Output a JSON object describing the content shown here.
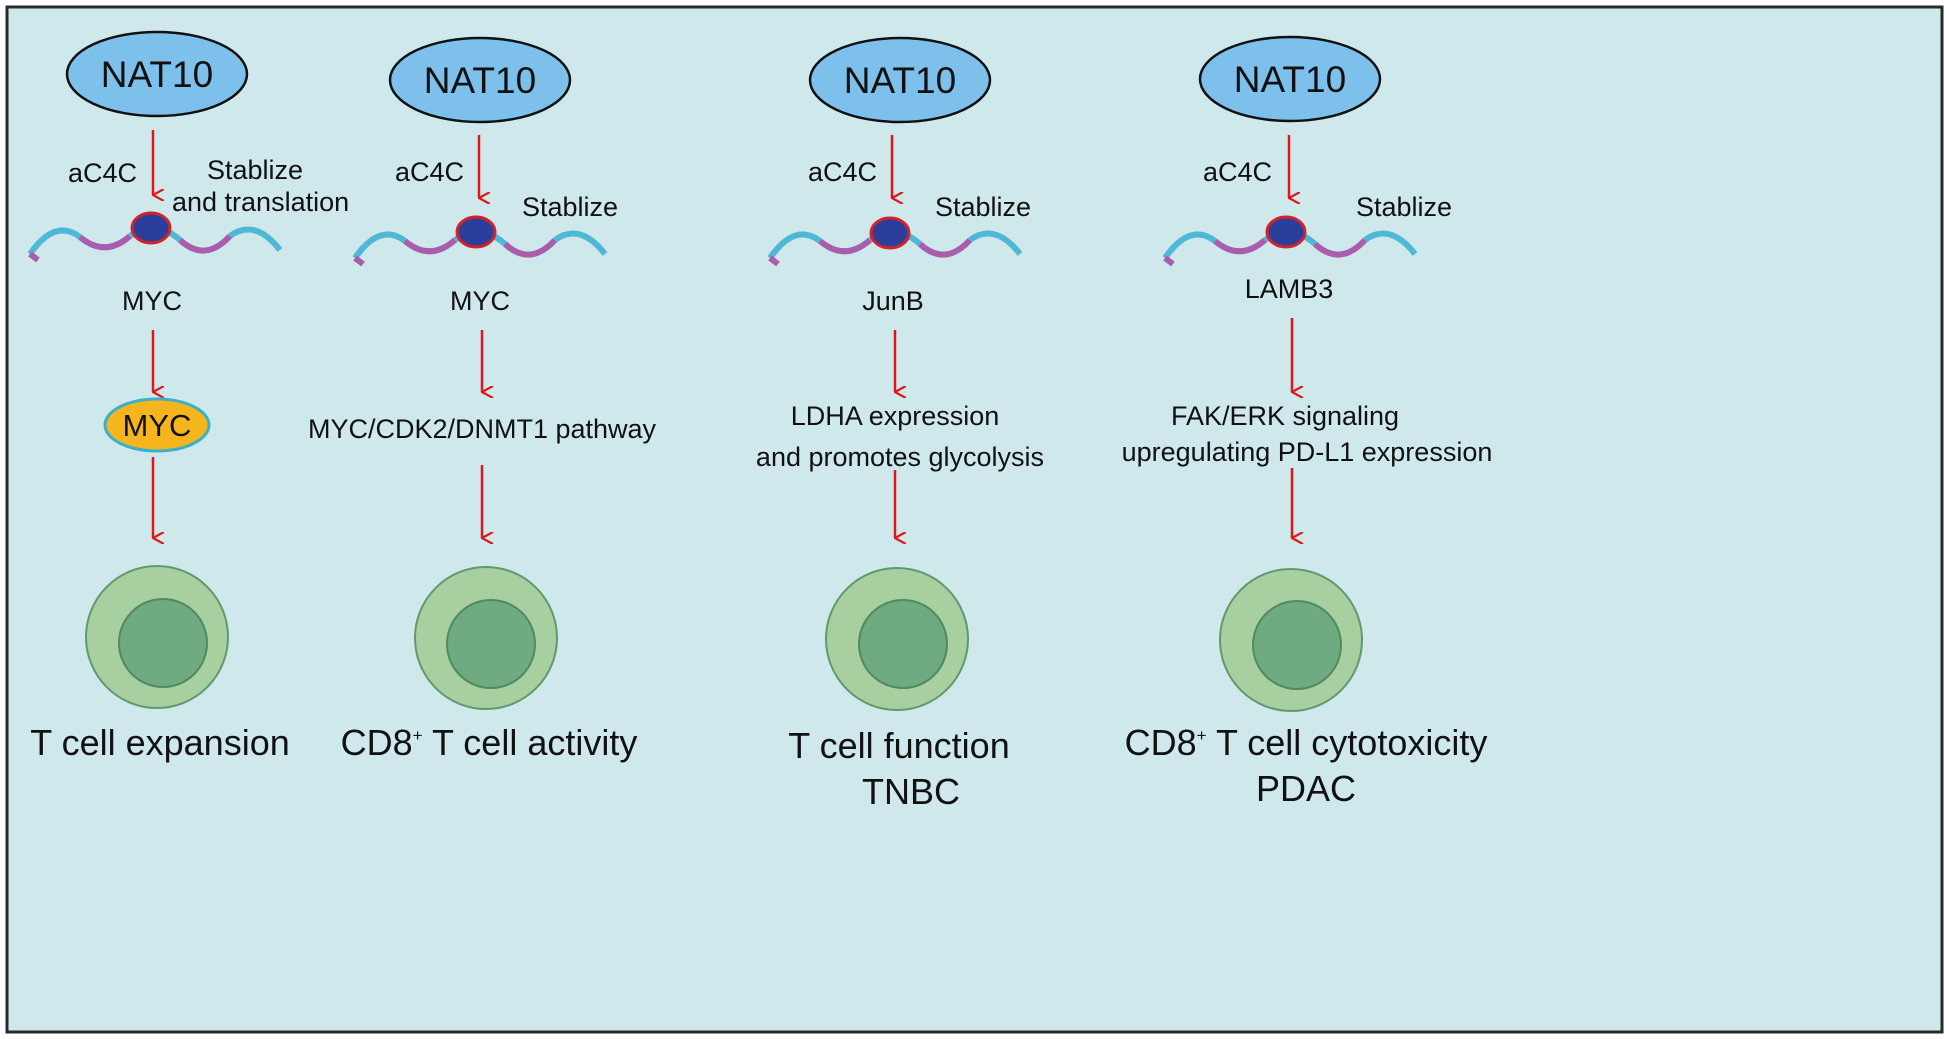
{
  "colors": {
    "background": "#cfe8ec",
    "frame": "#2a2a2a",
    "nat10_fill": "#7ec0ec",
    "arrow": "#e0161a",
    "strand_blue": "#4fb8d6",
    "strand_purple": "#a95dad",
    "ac4c_dot": "#2c3e9c",
    "ac4c_dot_ring": "#d4222a",
    "myc_protein_fill": "#f6b51c",
    "myc_protein_ring": "#3bb0c9",
    "cell_outer": "#a8cfa0",
    "cell_inner": "#6faa80"
  },
  "columns": [
    {
      "enzyme": "NAT10",
      "modification": "aC4C",
      "effect_lines": [
        "Stablize",
        "and translation"
      ],
      "rna": "MYC",
      "mid_protein": "MYC",
      "mid_lines": [],
      "outcome_lines": [
        "T cell expansion"
      ]
    },
    {
      "enzyme": "NAT10",
      "modification": "aC4C",
      "effect_lines": [
        "Stablize"
      ],
      "rna": "MYC",
      "mid_protein": "",
      "mid_lines": [
        "MYC/CDK2/DNMT1 pathway"
      ],
      "outcome_prefix": "CD8",
      "outcome_sup": "+",
      "outcome_rest": " T cell activity"
    },
    {
      "enzyme": "NAT10",
      "modification": "aC4C",
      "effect_lines": [
        "Stablize"
      ],
      "rna": "JunB",
      "mid_protein": "",
      "mid_lines": [
        "LDHA expression",
        "and promotes glycolysis"
      ],
      "outcome_lines": [
        "T cell function",
        "TNBC"
      ]
    },
    {
      "enzyme": "NAT10",
      "modification": "aC4C",
      "effect_lines": [
        "Stablize"
      ],
      "rna": "LAMB3",
      "mid_protein": "",
      "mid_lines": [
        "FAK/ERK signaling",
        "upregulating PD-L1 expression"
      ],
      "outcome_prefix": "CD8",
      "outcome_sup": "+",
      "outcome_rest": " T cell cytotoxicity",
      "outcome_lines": [
        "PDAC"
      ]
    }
  ]
}
